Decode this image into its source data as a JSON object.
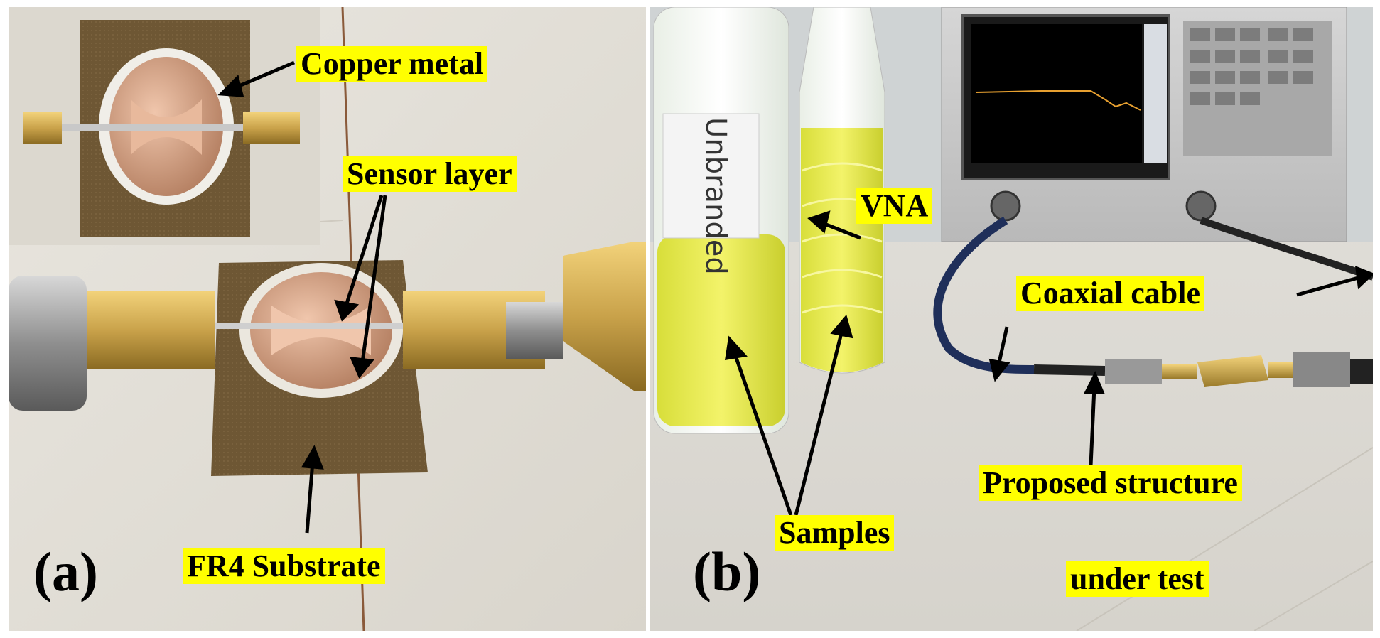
{
  "figure": {
    "panel_a": {
      "letter": "(a)",
      "labels": {
        "copper_metal": "Copper metal",
        "sensor_layer": "Sensor layer",
        "fr4_substrate": "FR4 Substrate"
      }
    },
    "panel_b": {
      "letter": "(b)",
      "bottle_text": "Unbranded",
      "labels": {
        "vna": "VNA",
        "coaxial_cable": "Coaxial cable",
        "samples": "Samples",
        "proposed_structure_line1": "Proposed structure",
        "proposed_structure_line2": "under test"
      }
    }
  },
  "colors": {
    "label_background": "#ffff00",
    "copper": "#c98e6e",
    "fr4": "#6b5533",
    "brass": "#c9a24a",
    "oil": "#e6e84a",
    "table": "#ece9e2"
  }
}
